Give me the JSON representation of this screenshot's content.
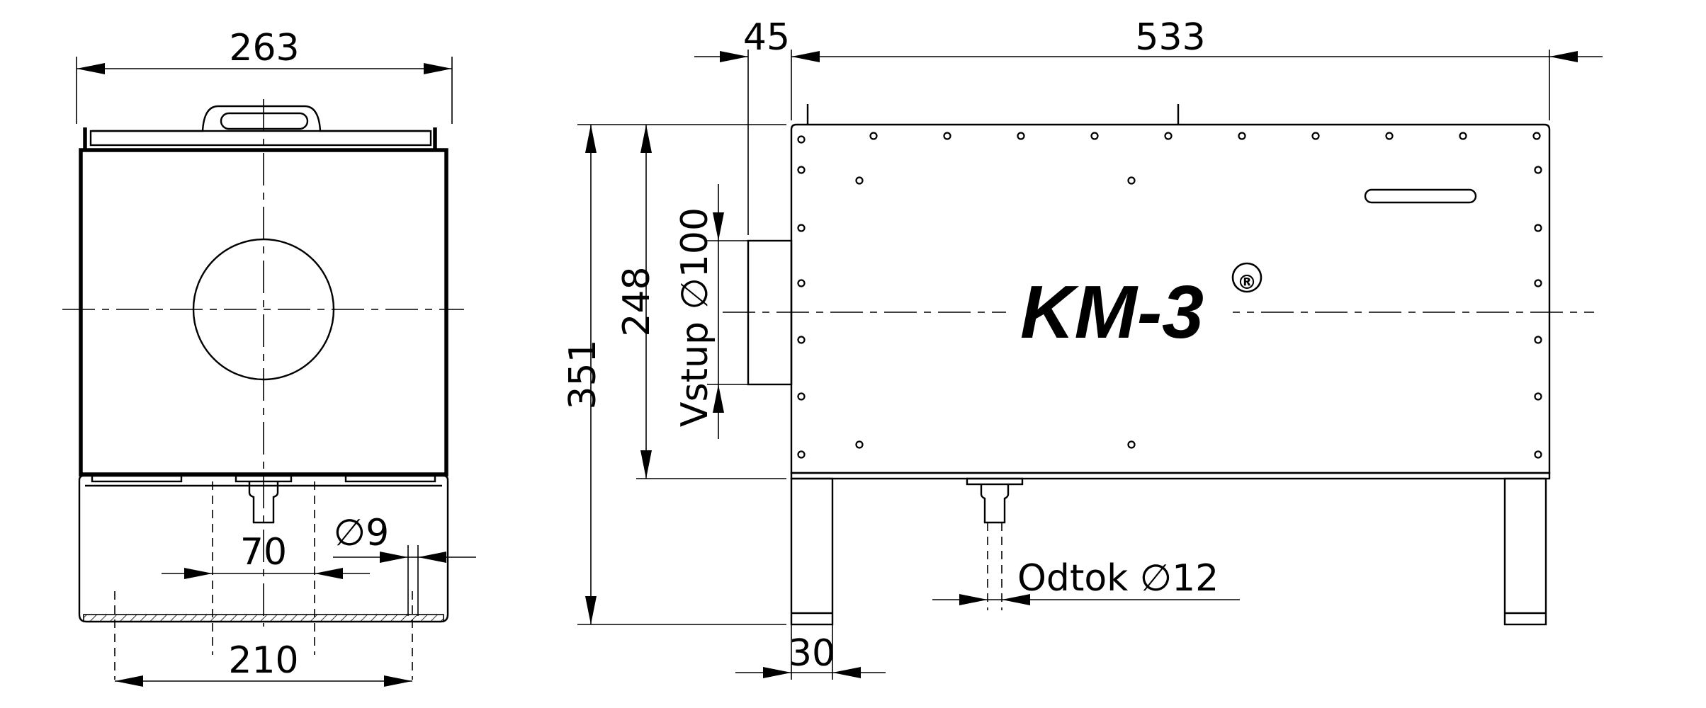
{
  "front_view": {
    "dim_width": "263",
    "dim_leg_spacing": "210",
    "dim_inner_spacing": "70",
    "dim_hole": "∅9"
  },
  "side_view": {
    "dim_depth": "533",
    "dim_inlet_offset": "45",
    "dim_total_height": "351",
    "dim_body_height": "248",
    "dim_leg_width": "30",
    "inlet_label": "Vstup ∅100",
    "outlet_label": "Odtok ∅12",
    "logo_text": "KM-3",
    "registered_mark": "®"
  }
}
